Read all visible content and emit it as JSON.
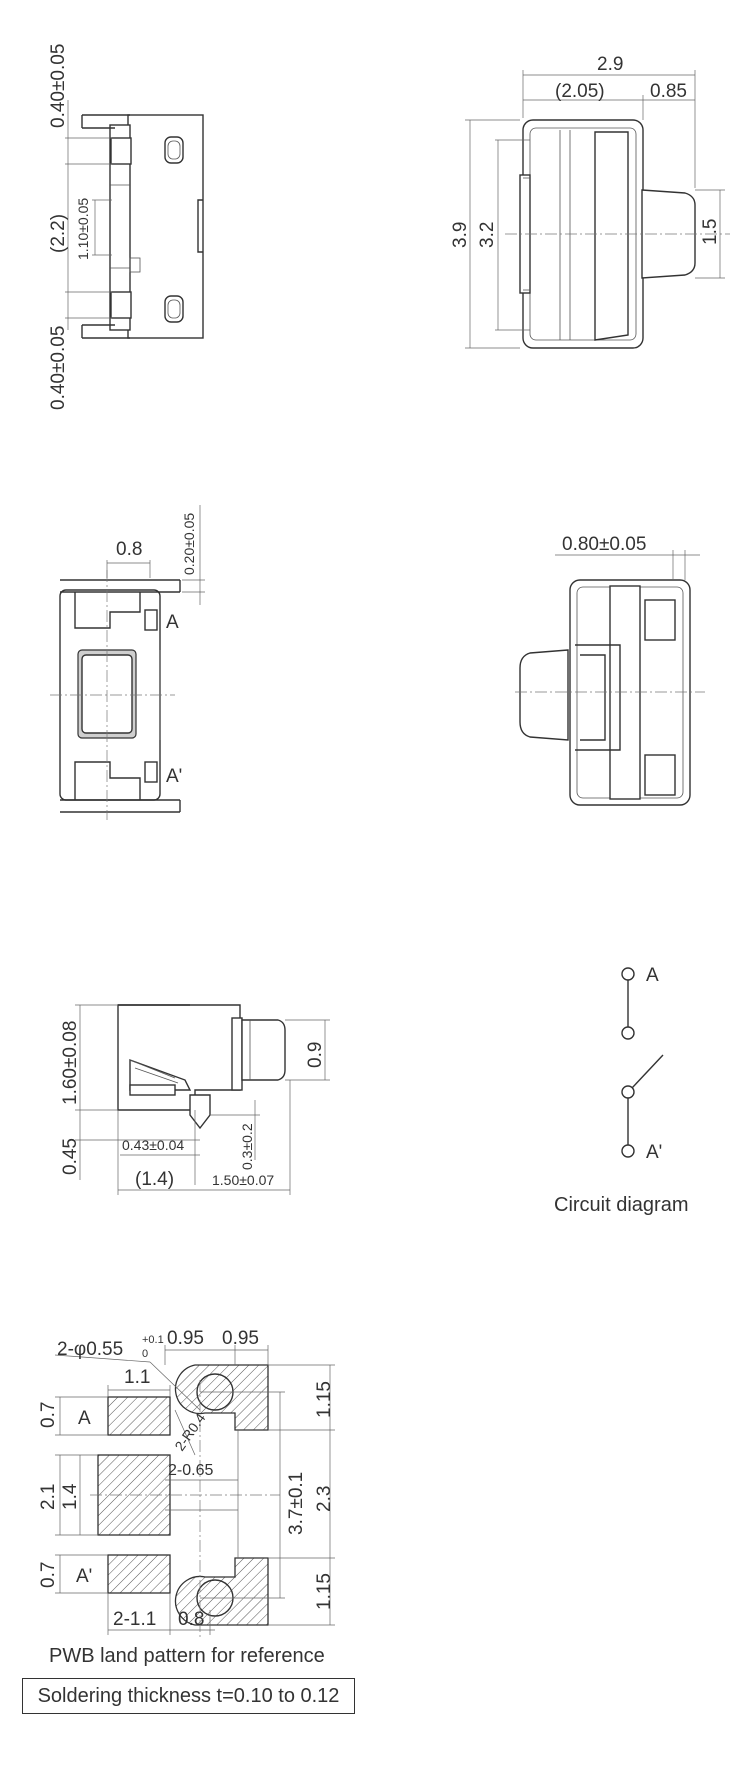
{
  "view_top_left": {
    "dims": {
      "pitch_top": "0.40±0.05",
      "gap": "(2.2)",
      "slot": "1.10±0.05",
      "pitch_bottom": "0.40±0.05"
    }
  },
  "view_top_right": {
    "dims": {
      "width": "2.9",
      "body_width": "(2.05)",
      "plunger_length": "0.85",
      "height": "3.9",
      "inner_height": "3.2",
      "plunger_dia": "1.5"
    }
  },
  "view_mid_left": {
    "dims": {
      "tab_width": "0.8",
      "tab_thickness": "0.20±0.05"
    },
    "terminal_a": "A",
    "terminal_a_prime": "A'"
  },
  "view_mid_right": {
    "dims": {
      "cover": "0.80±0.05"
    }
  },
  "view_side": {
    "dims": {
      "height": "1.60±0.08",
      "plunger": "0.9",
      "stand_off": "0.45",
      "foot": "0.43±0.04",
      "foot_h": "0.3±0.2",
      "length": "(1.4)",
      "plunger_travel": "1.50±0.07"
    }
  },
  "circuit": {
    "terminal_a": "A",
    "terminal_a_prime": "A'",
    "caption": "Circuit diagram"
  },
  "land_pattern": {
    "dims": {
      "hole": "2-φ0.55",
      "hole_tol_upper": "+0.1",
      "hole_tol_lower": "0",
      "pad_w_left": "0.95",
      "pad_w_right": "0.95",
      "pad_width": "1.1",
      "pad_h_top": "0.7",
      "pad_center_h": "2.1",
      "pad_center_inner": "1.4",
      "pad_h_bottom": "0.7",
      "radius": "2-R0.4",
      "gap": "2-0.65",
      "pitch": "3.7±0.1",
      "total": "2.3",
      "top_h": "1.15",
      "bottom_h": "1.15",
      "bottom_width": "2-1.1",
      "bottom_gap": "0.8"
    },
    "terminal_a": "A",
    "terminal_a_prime": "A'",
    "caption": "PWB land pattern for reference",
    "note": "Soldering thickness t=0.10 to 0.12"
  }
}
